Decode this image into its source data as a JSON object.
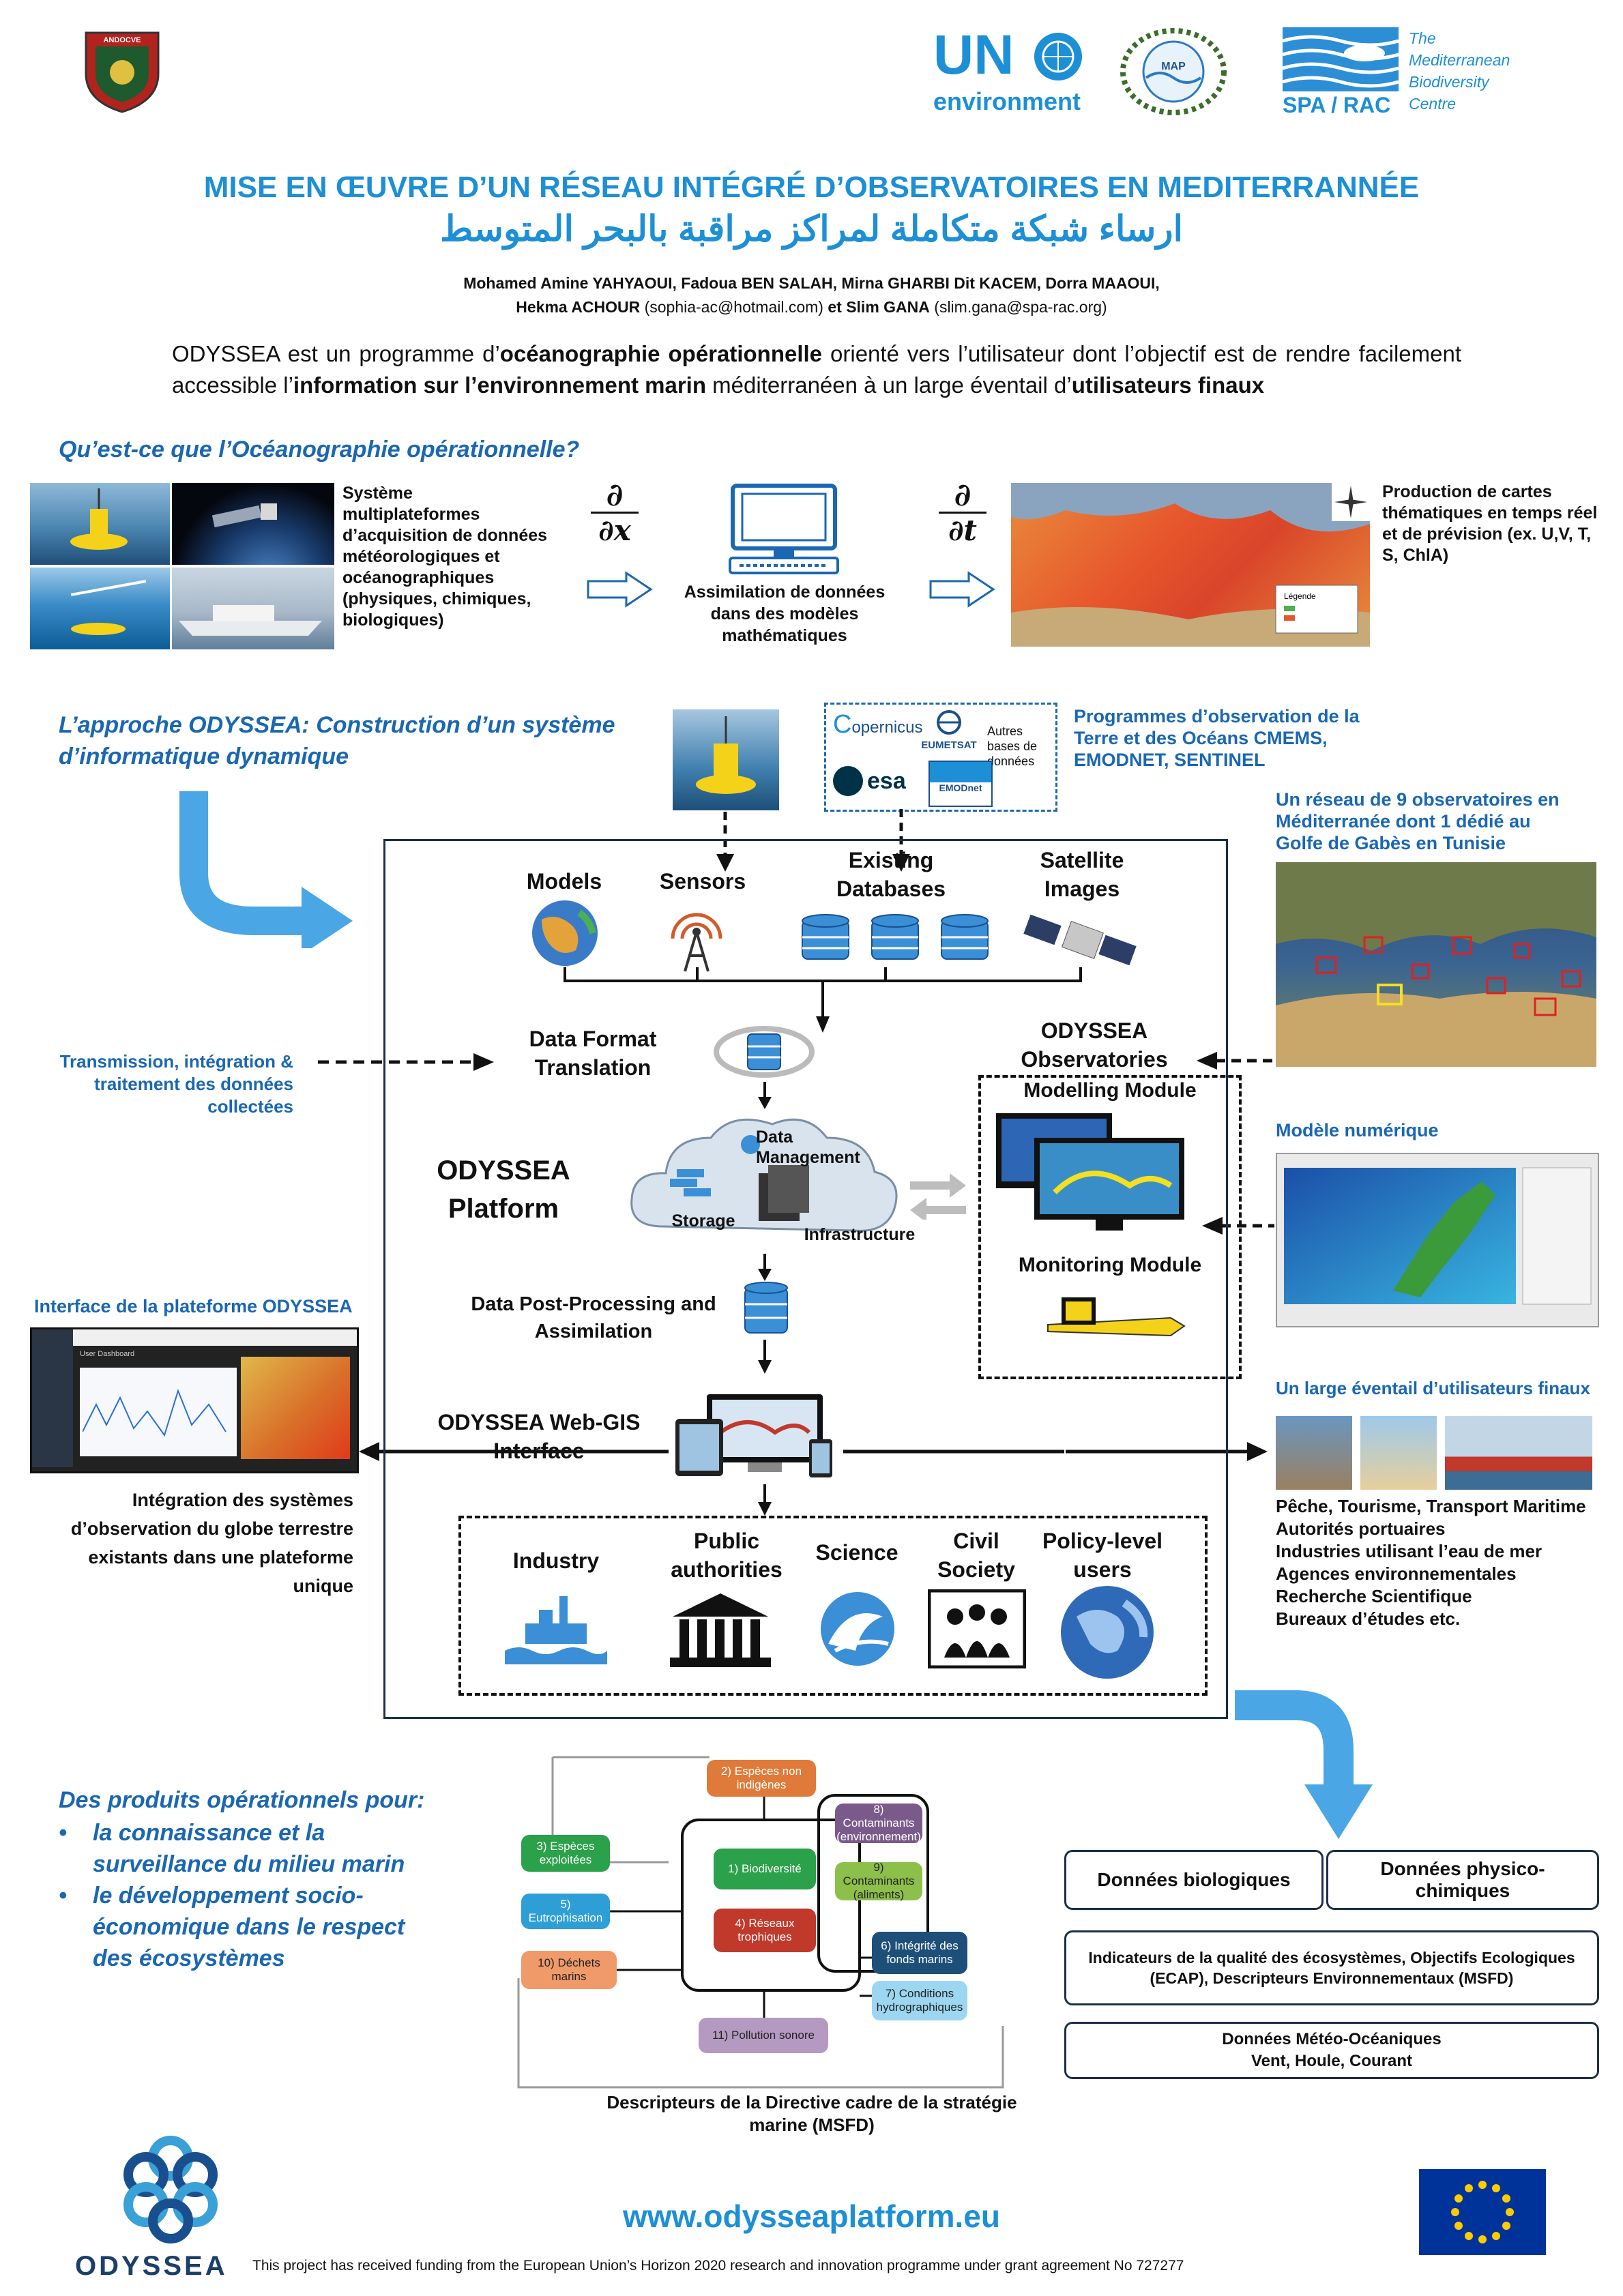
{
  "header": {
    "andocve_label": "ANDOCVE",
    "un_label": "UN",
    "un_sub": "environment",
    "map_label": "MAP",
    "spa_title": "The Mediterranean Biodiversity Centre",
    "spa_label": "SPA / RAC"
  },
  "title": {
    "fr": "MISE EN ŒUVRE D’UN RÉSEAU INTÉGRÉ D’OBSERVATOIRES EN MEDITERRANNÉE",
    "ar": "ارساء شبكة متكاملة لمراكز مراقبة بالبحر المتوسط"
  },
  "authors": {
    "line1": "Mohamed Amine YAHYAOUI, Fadoua BEN SALAH, Mirna GHARBI Dit KACEM, Dorra MAAOUI,",
    "line2_name1": "Hekma ACHOUR",
    "line2_email1": "(sophia-ac@hotmail.com)",
    "line2_and": "et",
    "line2_name2": "Slim GANA",
    "line2_email2": "(slim.gana@spa-rac.org)"
  },
  "intro": {
    "p1": "ODYSSEA est un programme d’",
    "b1": "océanographie opérationnelle",
    "p2": " orienté vers l’utilisateur dont l’objectif est de rendre facilement accessible l’",
    "b2": "information sur l’environnement marin",
    "p3": " méditerranéen à un large éventail d’",
    "b3": "utilisateurs finaux"
  },
  "section1": {
    "title": "Qu’est-ce que l’Océanographie opérationnelle?",
    "acquisition": "Système multiplateformes d’acquisition de données météorologiques et océanographiques (physiques, chimiques, biologiques)",
    "dx_num": "∂",
    "dx_den": "∂x",
    "assimilation": "Assimilation de données dans des modèles mathématiques",
    "dt_num": "∂",
    "dt_den": "∂t",
    "production": "Production de cartes thématiques en temps réel et de prévision (ex. U,V, T, S, ChlA)",
    "map_legend": "Légende"
  },
  "section2": {
    "title": "L’approche ODYSSEA: Construction d’un système d’informatique dynamique",
    "programmes": "Programmes d’observation de la Terre et des Océans CMEMS, EMODNET, SENTINEL",
    "copernicus": "opernicus",
    "eumetsat": "EUMETSAT",
    "autres": "Autres bases de données",
    "esa": "esa",
    "emodnet": "EMODnet",
    "reseau": "Un réseau de 9 observatoires en Méditerranée dont 1 dédié au Golfe de Gabès en Tunisie",
    "transmission": "Transmission, intégration & traitement des données collectées",
    "modele": "Modèle numérique",
    "interface_label": "Interface  de la plateforme ODYSSEA",
    "integration": "Intégration des systèmes d’observation du globe terrestre existants dans une plateforme unique",
    "users_title": "Un large éventail d’utilisateurs finaux",
    "users_list": [
      "Pêche, Tourisme, Transport Maritime",
      "Autorités portuaires",
      "Industries utilisant l’eau de mer",
      "Agences environnementales",
      "Recherche Scientifique",
      "Bureaux d’études etc."
    ],
    "dashboard_title": "User Dashboard"
  },
  "platform": {
    "models": "Models",
    "sensors": "Sensors",
    "existing": "Existing Databases",
    "satellite": "Satellite Images",
    "format": "Data Format Translation",
    "observatories": "ODYSSEA Observatories",
    "modelling": "Modelling Module",
    "monitoring": "Monitoring Module",
    "platform_name": "ODYSSEA Platform",
    "data_mgmt": "Data Management",
    "storage": "Storage",
    "infrastructure": "Infrastructure",
    "postproc": "Data Post-Processing and Assimilation",
    "webgis": "ODYSSEA Web-GIS Interface",
    "stakeholders": [
      "Industry",
      "Public authorities",
      "Science",
      "Civil Society",
      "Policy-level users"
    ]
  },
  "section3": {
    "title": "Des produits opérationnels pour:",
    "bullets": [
      "la connaissance  et la surveillance du milieu marin",
      " le développement socio-économique dans le respect des écosystèmes"
    ],
    "msfd_nodes": [
      "2) Espèces non indigènes",
      "3) Espèces exploitées",
      "5) Eutrophisation",
      "10) Déchets marins",
      "1) Biodiversité",
      "4) Réseaux trophiques",
      "11) Pollution sonore",
      "8) Contaminants (environnement)",
      "9) Contaminants (aliments)",
      "6) Intégrité des fonds marins",
      "7) Conditions hydrographiques"
    ],
    "msfd_caption": "Descripteurs de la Directive cadre de la stratégie marine (MSFD)",
    "box_bio": "Données biologiques",
    "box_phys": "Données physico-chimiques",
    "box_ind": "Indicateurs de la qualité des écosystèmes, Objectifs Ecologiques (ECAP), Descripteurs Environnementaux (MSFD)",
    "box_meteo1": "Données Météo-Océaniques",
    "box_meteo2": "Vent, Houle, Courant"
  },
  "footer": {
    "brand": "ODYSSEA",
    "url": "www.odysseaplatform.eu",
    "funding": "This project has received funding from the European Union’s Horizon 2020 research and innovation programme under grant agreement No 727277"
  },
  "colors": {
    "title_blue": "#1c8fd6",
    "section_blue": "#1a67b3",
    "arrow_blue": "#4aa6e4",
    "eu_blue": "#003399",
    "eu_yellow": "#ffcc00"
  }
}
